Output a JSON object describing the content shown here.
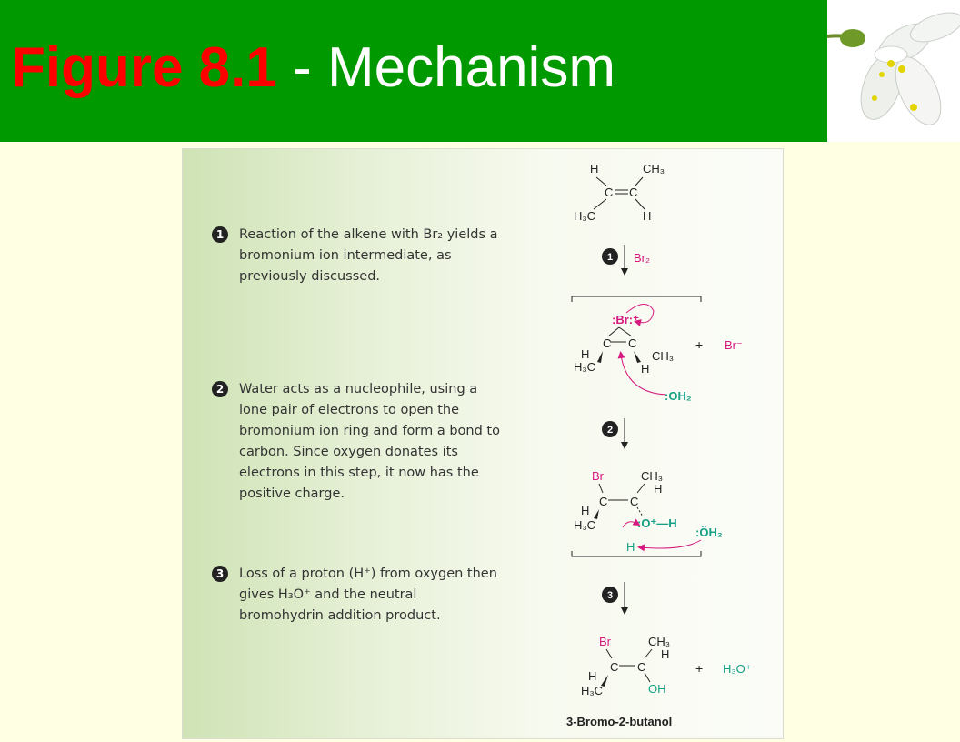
{
  "header": {
    "title_figure": "Figure 8.1",
    "title_rest": " - Mechanism",
    "colors": {
      "bar": "#009900",
      "figure": "#ff0000",
      "text": "#ffffff"
    }
  },
  "decoration": {
    "image": "snowdrop-flower"
  },
  "steps": [
    {
      "number": "1",
      "text": "Reaction of the alkene with Br₂ yields a bromonium ion intermediate, as previously discussed."
    },
    {
      "number": "2",
      "text": "Water acts as a nucleophile, using a lone pair of electrons to open the bromonium ion ring and form a bond to carbon. Since oxygen donates its electrons in this step, it now has the positive charge."
    },
    {
      "number": "3",
      "text": "Loss of a proton (H⁺) from oxygen then gives H₃O⁺ and the neutral bromohydrin addition product."
    }
  ],
  "scheme": {
    "step_numbers": [
      "1",
      "2",
      "3"
    ],
    "reagent_1": "Br₂",
    "byproduct_1": "Br⁻",
    "nucleophile": ":OH₂",
    "water_base": ":ÖH₂",
    "byproduct_3": "H₃O⁺",
    "plus": "+",
    "product_name": "3-Bromo-2-butanol",
    "atoms": {
      "h": "H",
      "ch3": "CH₃",
      "h3c": "H₃C",
      "c": "C",
      "br": "Br",
      "br_cation": ":Br:⁺",
      "oxonium": ":O⁺—H",
      "oh": "OH"
    },
    "colors": {
      "magenta": "#d6197e",
      "teal": "#16a085",
      "black": "#222222"
    }
  }
}
